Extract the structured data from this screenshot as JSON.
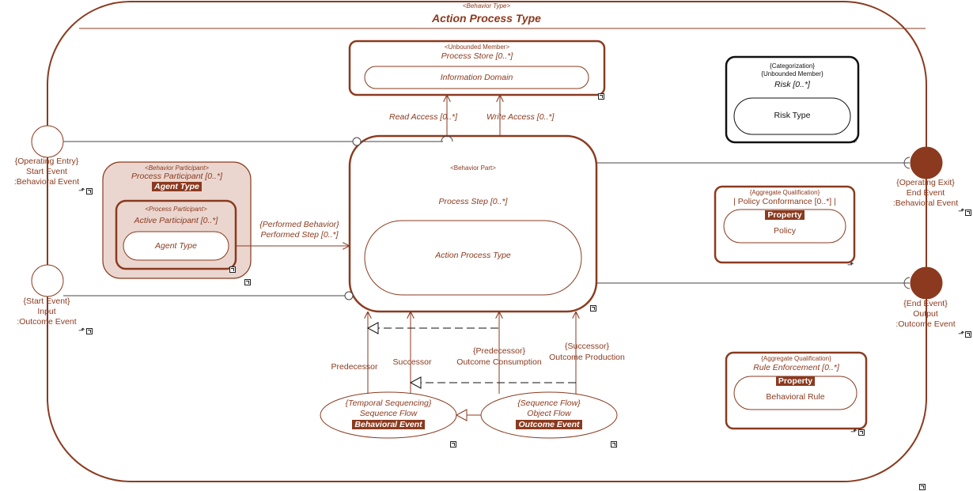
{
  "colors": {
    "stroke": "#8b3a1f",
    "fill_participant": "#ead6cf",
    "fill_port": "#8b3a1f",
    "black": "#111111"
  },
  "header": {
    "stereotype": "<Behavior Type>",
    "title": "Action Process Type"
  },
  "process_store": {
    "stereotype": "<Unbounded Member>",
    "title": "Process Store [0..*]",
    "inner": "Information Domain"
  },
  "risk": {
    "stereotype1": "{Categorization}",
    "stereotype2": "{Unbounded Member}",
    "title": "Risk [0..*]",
    "inner": "Risk Type"
  },
  "access": {
    "read": "Read Access [0..*]",
    "write": "Write Access [0..*]"
  },
  "behavior_part": {
    "stereotype": "<Behavior Part>",
    "title": "Process Step [0..*]",
    "inner": "Action Process Type"
  },
  "participant": {
    "stereotype": "<Behavior Participant>",
    "title": "Process Participant [0..*]",
    "tag": "Agent Type",
    "inner_stereotype": "<Process Participant>",
    "inner_title": "Active Participant [0..*]",
    "inner_inner": "Agent Type"
  },
  "performed": {
    "line1": "{Performed Behavior}",
    "line2": "Performed Step [0..*]"
  },
  "ports": {
    "operating_entry": {
      "l1": "{Operating Entry}",
      "l2": "Start Event",
      "l3": ":Behavioral Event"
    },
    "start_event": {
      "l1": "{Start Event}",
      "l2": "Input",
      "l3": ":Outcome Event"
    },
    "operating_exit": {
      "l1": "{Operating Exit}",
      "l2": "End Event",
      "l3": ":Behavioral Event"
    },
    "end_event": {
      "l1": "{End Event}",
      "l2": "Output",
      "l3": ":Outcome Event"
    }
  },
  "policy": {
    "stereotype": "{Aggregate Qualification}",
    "title": "| Policy Conformance [0..*] |",
    "tag": "Property",
    "inner": "Policy"
  },
  "rule": {
    "stereotype": "{Aggregate Qualification}",
    "title": "Rule Enforcement [0..*]",
    "tag": "Property",
    "inner": "Behavioral Rule"
  },
  "flows": {
    "predecessor": "Predecessor",
    "successor": "Successor",
    "pred_outcome_1": "{Predecessor}",
    "pred_outcome_2": "Outcome Consumption",
    "succ_outcome_1": "{Successor}",
    "succ_outcome_2": "Outcome Production"
  },
  "sequence_flow": {
    "l1": "{Temporal Sequencing}",
    "l2": "Sequence Flow",
    "tag": "Behavioral Event"
  },
  "object_flow": {
    "l1": "{Sequence Flow}",
    "l2": "Object Flow",
    "tag": "Outcome Event"
  }
}
